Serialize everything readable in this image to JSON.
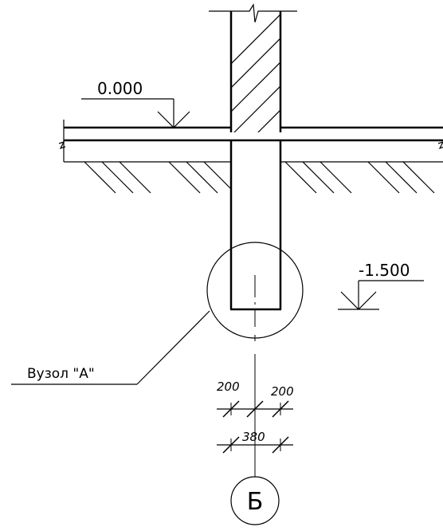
{
  "drawing": {
    "level_top": "0.000",
    "level_bottom": "-1.500",
    "node_label": "Вузол \"А\"",
    "dim_left": "200",
    "dim_right": "200",
    "dim_total": "380",
    "axis_label": "Б",
    "colors": {
      "line": "#000000",
      "background": "#ffffff"
    }
  }
}
